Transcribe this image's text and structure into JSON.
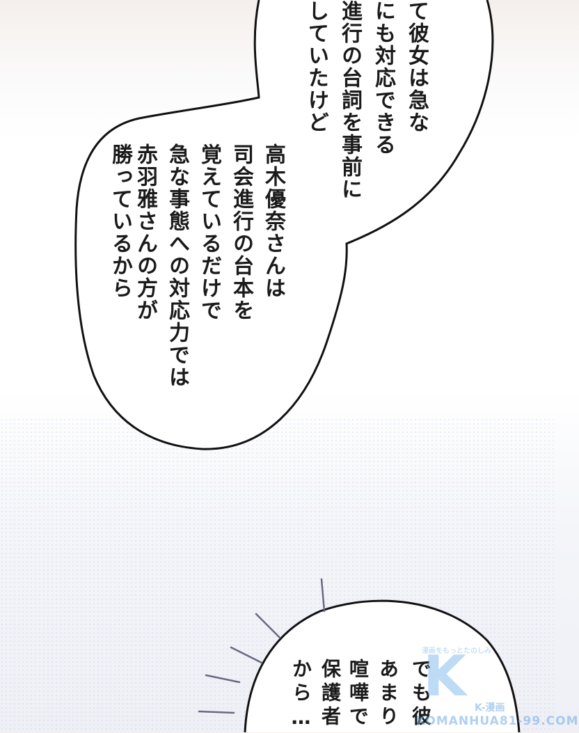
{
  "bubble_top": {
    "columns": [
      "て彼女は急な",
      "にも対応できる",
      "進行の台詞を事前に",
      "していたけど"
    ]
  },
  "bubble_middle": {
    "columns": [
      "高木優奈さんは",
      "司会進行の台本を",
      "覚えているだけで",
      "急な事態への対応力では",
      "赤羽雅さんの方が",
      "勝っているから"
    ]
  },
  "bubble_bottom": {
    "columns": [
      "でも彼",
      "あまり",
      "喧嘩で",
      "保護者",
      "から…"
    ]
  },
  "watermark": {
    "top": "漫画をもっとたのしみ",
    "mark": "K",
    "sub": "K-漫画",
    "url": "KOMANHUA81-99.COM"
  }
}
